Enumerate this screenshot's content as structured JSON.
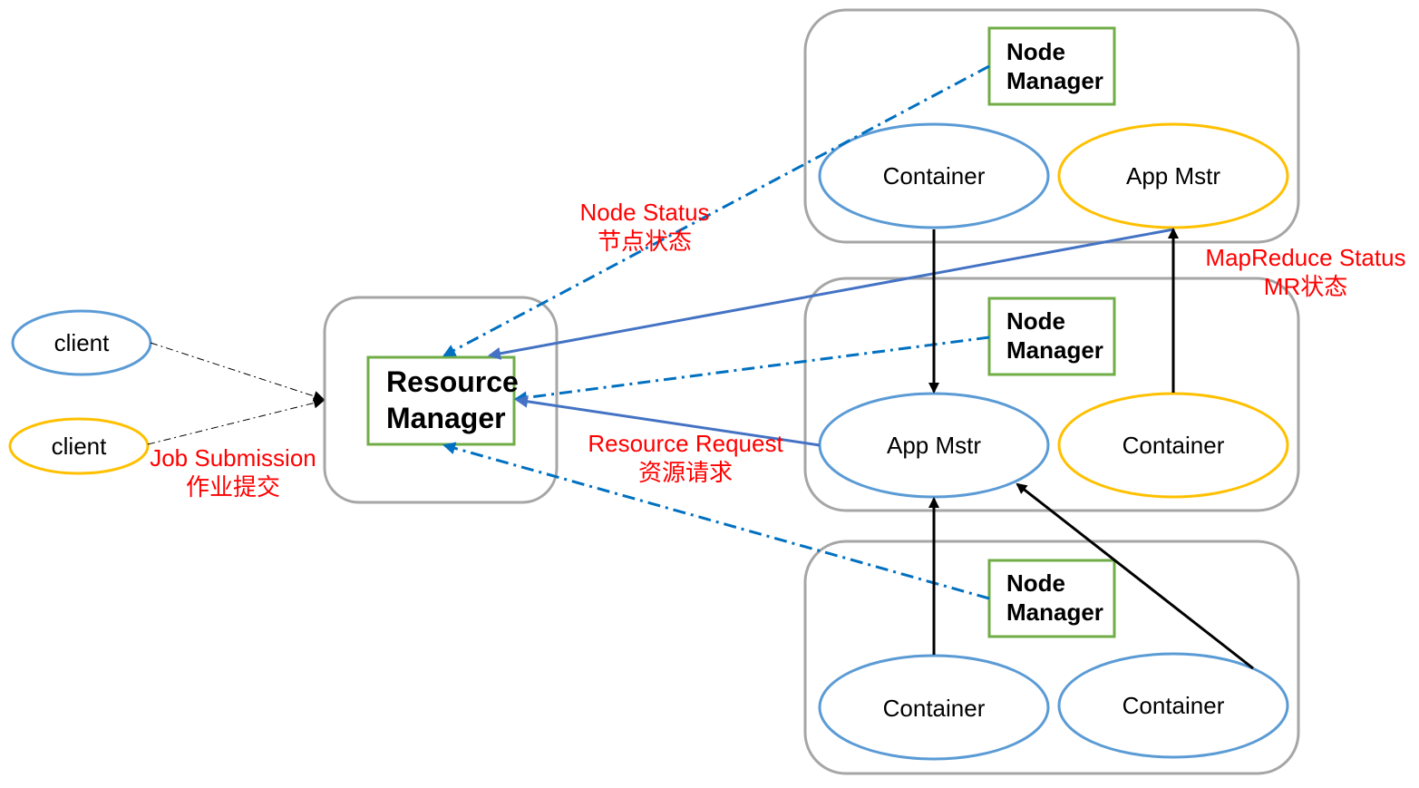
{
  "clients": [
    {
      "label": "client",
      "color": "#5b9bd5"
    },
    {
      "label": "client",
      "color": "#ffc000"
    }
  ],
  "resource_manager": {
    "line1": "Resource",
    "line2": "Manager"
  },
  "node_manager": {
    "line1": "Node",
    "line2": "Manager"
  },
  "nodes": [
    {
      "left_oval": "Container",
      "right_oval": "App Mstr"
    },
    {
      "left_oval": "App Mstr",
      "right_oval": "Container"
    },
    {
      "left_oval": "Container",
      "right_oval": "Container"
    }
  ],
  "annotations": {
    "job_submission": {
      "line1": "Job Submission",
      "line2": "作业提交"
    },
    "node_status": {
      "line1": "Node Status",
      "line2": "节点状态"
    },
    "resource_request": {
      "line1": "Resource Request",
      "line2": "资源请求"
    },
    "mapreduce_status": {
      "line1": "MapReduce Status",
      "line2": "MR状态"
    }
  },
  "colors": {
    "blue_oval": "#5b9bd5",
    "yellow_oval": "#ffc000",
    "green_box": "#70ad47",
    "group_border": "#a6a6a6",
    "dash_arrow": "#0070c0",
    "solid_blue_arrow": "#4472c4",
    "annotation_red": "#ff0000"
  }
}
